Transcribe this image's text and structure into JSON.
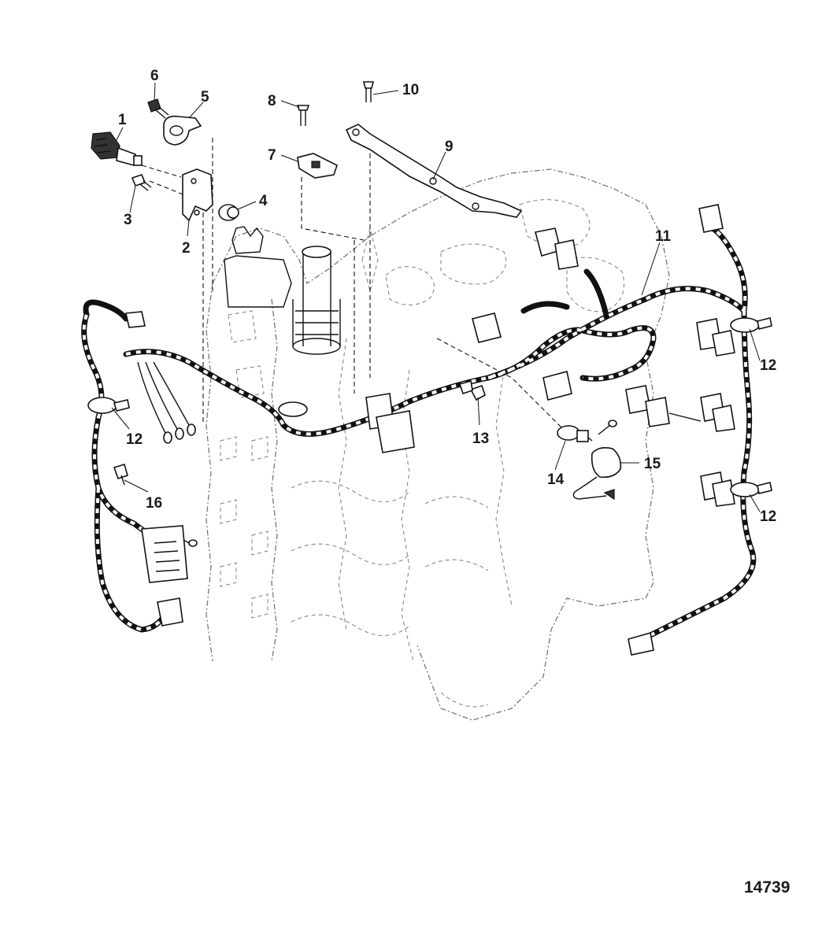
{
  "callouts": [
    "1",
    "2",
    "3",
    "4",
    "5",
    "6",
    "7",
    "8",
    "9",
    "10",
    "11",
    "12",
    "12",
    "12",
    "13",
    "14",
    "15",
    "16"
  ],
  "figure_number": "14739",
  "colors": {
    "line": "#111111",
    "engine_outline": "#777777",
    "background": "#ffffff"
  }
}
